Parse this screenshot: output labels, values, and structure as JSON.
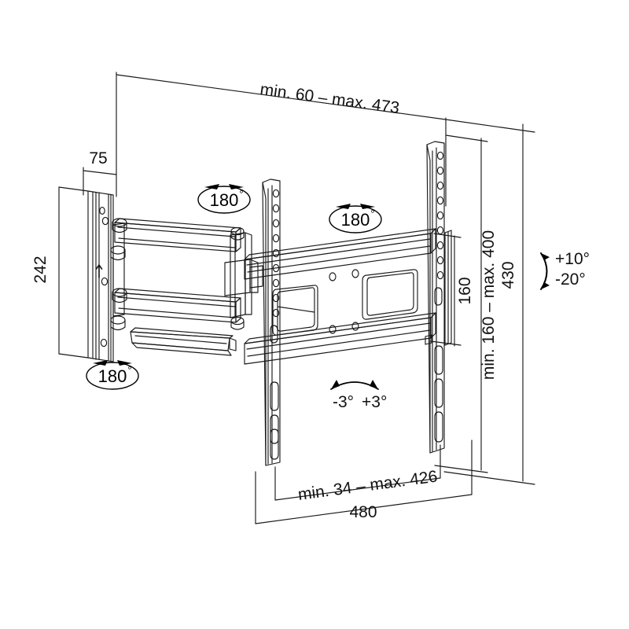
{
  "drawing": {
    "title": "TV wall mount full-motion bracket technical dimension drawing",
    "background_color": "#ffffff",
    "line_color": "#1a1a1a",
    "text_color": "#111111",
    "units": "mm"
  },
  "dimensions": {
    "top_extension": {
      "label": "min. 60 – max. 473",
      "name": "wall-to-screen-extension"
    },
    "depth": {
      "label": "75",
      "name": "wall-plate-depth"
    },
    "wall_plate_height": {
      "label": "242",
      "name": "wall-plate-height"
    },
    "vesa_height_fixed": {
      "label": "160",
      "name": "vesa-vertical-fixed"
    },
    "vesa_height_range": {
      "label": "min. 160 – max. 400",
      "name": "vesa-vertical-range"
    },
    "overall_height": {
      "label": "430",
      "name": "overall-bracket-height"
    },
    "vesa_width_range": {
      "label": "min. 34 – max. 426",
      "name": "vesa-horizontal-range"
    },
    "overall_width": {
      "label": "480",
      "name": "overall-bracket-width"
    }
  },
  "annotations": {
    "swivel_badges": [
      {
        "label": "180",
        "degree": "°",
        "name": "swivel-badge-wall-joint"
      },
      {
        "label": "180",
        "degree": "°",
        "name": "swivel-badge-mid-joint"
      },
      {
        "label": "180",
        "degree": "°",
        "name": "swivel-badge-screen-joint"
      }
    ],
    "tilt": {
      "up": "+10°",
      "down": "-20°",
      "name": "tilt-range"
    },
    "level": {
      "left": "-3°",
      "right": "+3°",
      "name": "level-adjust-range"
    }
  }
}
